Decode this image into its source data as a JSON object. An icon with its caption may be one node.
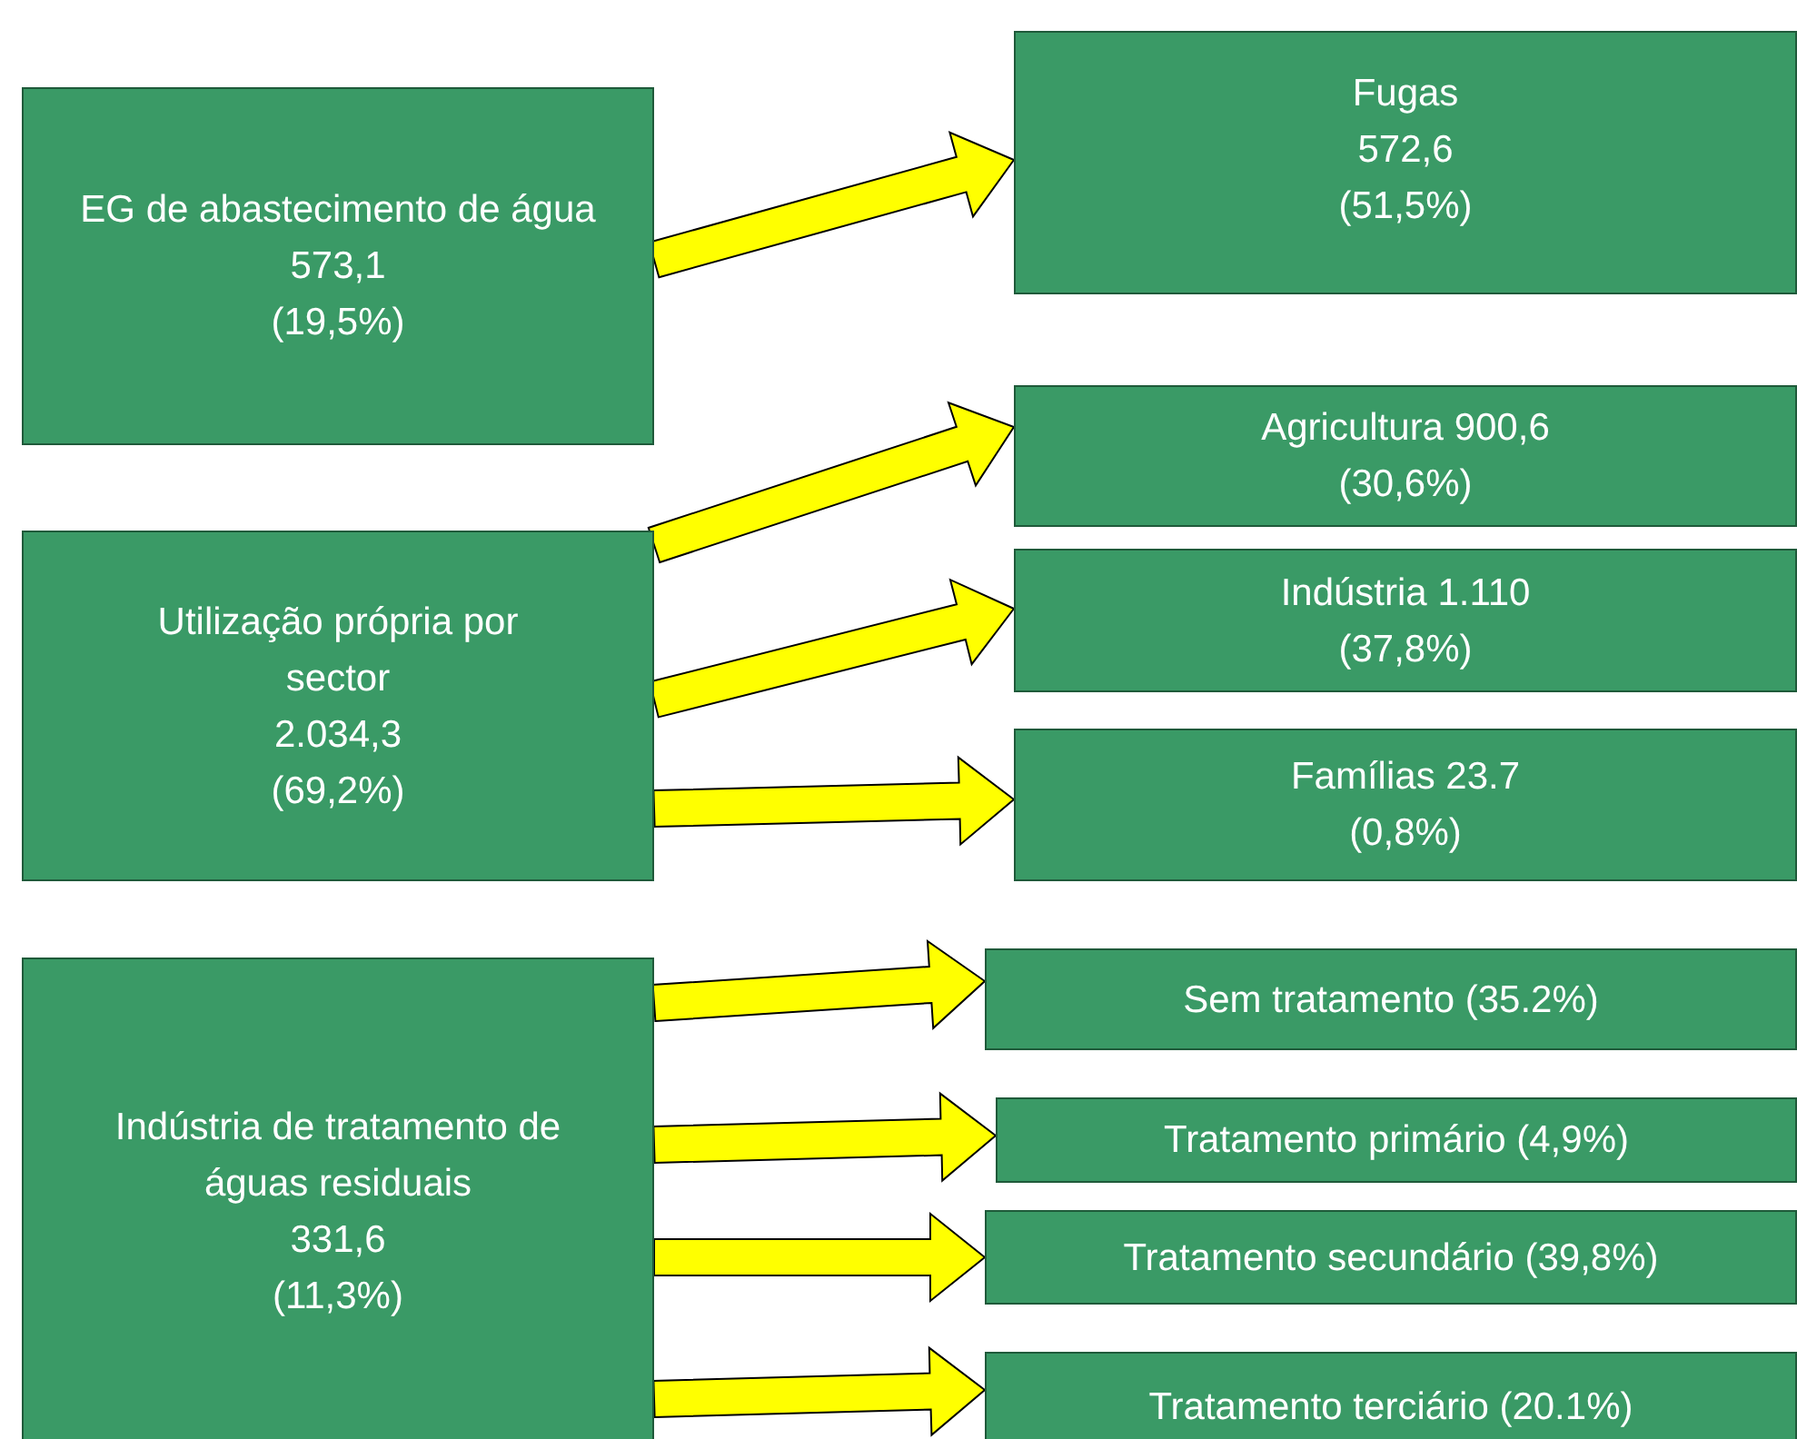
{
  "diagram": {
    "nodes": [
      {
        "text": [
          "EG de abastecimento de água",
          "573,1",
          "(19,5%)"
        ]
      },
      {
        "text": [
          "Fugas",
          "572,6",
          "(51,5%)"
        ]
      },
      {
        "text": [
          "Utilização própria por sector",
          "2.034,3",
          "(69,2%)"
        ]
      },
      {
        "text": [
          "Agricultura 900,6",
          "(30,6%)"
        ]
      },
      {
        "text": [
          "Indústria 1.110",
          "(37,8%)"
        ]
      },
      {
        "text": [
          "Famílias 23.7",
          "(0,8%)"
        ]
      },
      {
        "text": [
          "Indústria de tratamento de águas residuais",
          "331,6",
          "(11,3%)"
        ]
      },
      {
        "text": [
          "Sem tratamento (35.2%)"
        ]
      },
      {
        "text": [
          "Tratamento primário (4,9%)"
        ]
      },
      {
        "text": [
          "Tratamento secundário (39,8%)"
        ]
      },
      {
        "text": [
          "Tratamento terciário (20.1%)"
        ]
      }
    ],
    "edges": [
      {
        "from": 0,
        "to": 1,
        "arrow": "to"
      },
      {
        "from": 2,
        "to": 3,
        "arrow": "to"
      },
      {
        "from": 2,
        "to": 4,
        "arrow": "to"
      },
      {
        "from": 2,
        "to": 5,
        "arrow": "to"
      },
      {
        "from": 6,
        "to": 7,
        "arrow": "to"
      },
      {
        "from": 6,
        "to": 8,
        "arrow": "to"
      },
      {
        "from": 6,
        "to": 9,
        "arrow": "to"
      },
      {
        "from": 6,
        "to": 10,
        "arrow": "to"
      }
    ]
  }
}
